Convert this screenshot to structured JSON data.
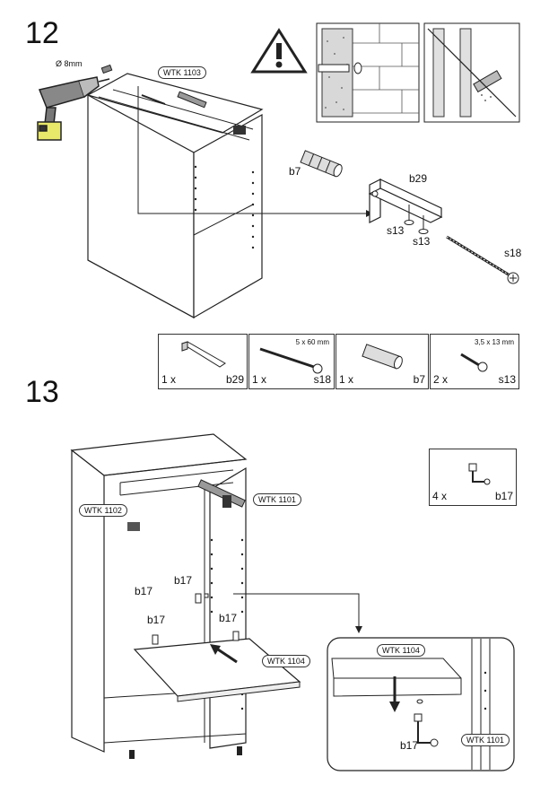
{
  "step12": {
    "number": "12",
    "drill_size": "Ø 8mm",
    "panel_tag": "WTK 1103",
    "labels": {
      "b7": "b7",
      "b29": "b29",
      "s13a": "s13",
      "s13b": "s13",
      "s18": "s18"
    },
    "parts": [
      {
        "qty": "1 x",
        "code": "b29",
        "dim": ""
      },
      {
        "qty": "1 x",
        "code": "s18",
        "dim": "5 x 60 mm"
      },
      {
        "qty": "1 x",
        "code": "b7",
        "dim": ""
      },
      {
        "qty": "2 x",
        "code": "s13",
        "dim": "3,5 x 13 mm"
      }
    ]
  },
  "step13": {
    "number": "13",
    "tags": {
      "left": "WTK 1102",
      "right": "WTK 1101",
      "shelf": "WTK 1104"
    },
    "labels": {
      "b17_1": "b17",
      "b17_2": "b17",
      "b17_3": "b17",
      "b17_4": "b17"
    },
    "part": {
      "qty": "4 x",
      "code": "b17"
    },
    "detail": {
      "shelf_tag": "WTK 1104",
      "side_tag": "WTK 1101",
      "pin": "b17"
    }
  }
}
